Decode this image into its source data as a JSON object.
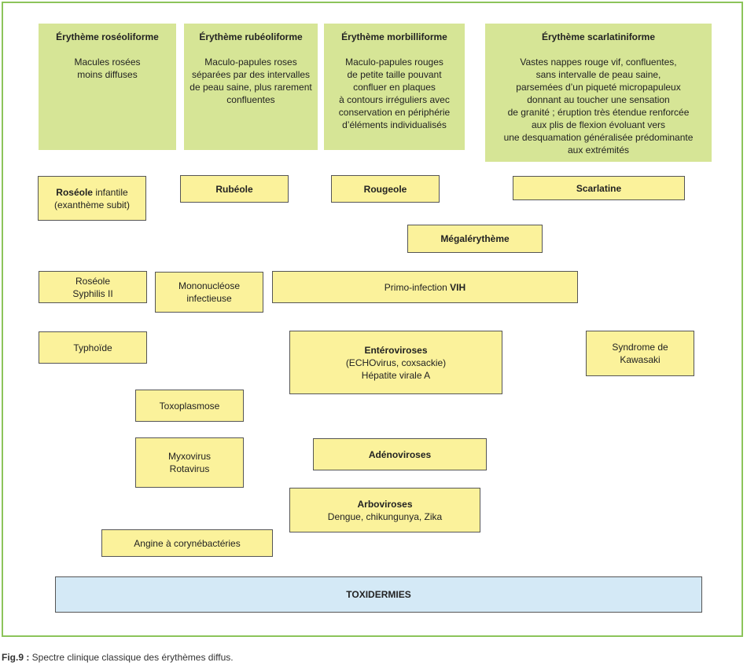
{
  "headers": [
    {
      "title": "Érythème roséoliforme",
      "desc": "Macules rosées\nmoins diffuses"
    },
    {
      "title": "Érythème rubéoliforme",
      "desc": "Maculo-papules roses\nséparées par des intervalles\nde peau saine, plus rarement\nconfluentes"
    },
    {
      "title": "Érythème morbilliforme",
      "desc": "Maculo-papules rouges\nde petite taille pouvant\nconfluer en plaques\nà contours irréguliers avec\nconservation en périphérie\nd’éléments individualisés"
    },
    {
      "title": "Érythème scarlatiniforme",
      "desc": "Vastes nappes rouge vif, confluentes,\nsans intervalle de peau saine,\nparsemées d’un piqueté micropapuleux\ndonnant au toucher une sensation\nde granité ; éruption très étendue renforcée\naux plis de flexion évoluant vers\nune desquamation généralisée prédominante\naux extrémités"
    }
  ],
  "boxes": {
    "roseole_infantile": {
      "bold": "Roséole",
      "rest": " infantile",
      "line2": "(exanthème subit)"
    },
    "rubeole": "Rubéole",
    "rougeole": "Rougeole",
    "scarlatine": "Scarlatine",
    "megalerytheme": "Mégalérythème",
    "roseole_syphilis": {
      "line1": "Roséole",
      "line2": "Syphilis II"
    },
    "mononucleose": {
      "line1": "Mononucléose",
      "line2": "infectieuse"
    },
    "primo_vih": {
      "text": "Primo-infection ",
      "bold": "VIH"
    },
    "typhoide": "Typhoïde",
    "enteroviroses": {
      "title": "Entéroviroses",
      "line2": "(ECHOvirus, coxsackie)",
      "line3": "Hépatite virale A"
    },
    "kawasaki": {
      "line1": "Syndrome de",
      "line2": "Kawasaki"
    },
    "toxoplasmose": "Toxoplasmose",
    "myxovirus": {
      "line1": "Myxovirus",
      "line2": "Rotavirus"
    },
    "adenoviroses": "Adénoviroses",
    "arboviroses": {
      "title": "Arboviroses",
      "line2": "Dengue, chikungunya, Zika"
    },
    "angine": "Angine à corynébactéries",
    "toxidermies": "TOXIDERMIES"
  },
  "caption": {
    "fig": "Fig.9 :",
    "text": " Spectre clinique classique des érythèmes diffus."
  },
  "colors": {
    "header": "#d6e596",
    "box": "#fbf29b",
    "toxidermies": "#d4e9f6",
    "frame": "#8cc45a"
  }
}
